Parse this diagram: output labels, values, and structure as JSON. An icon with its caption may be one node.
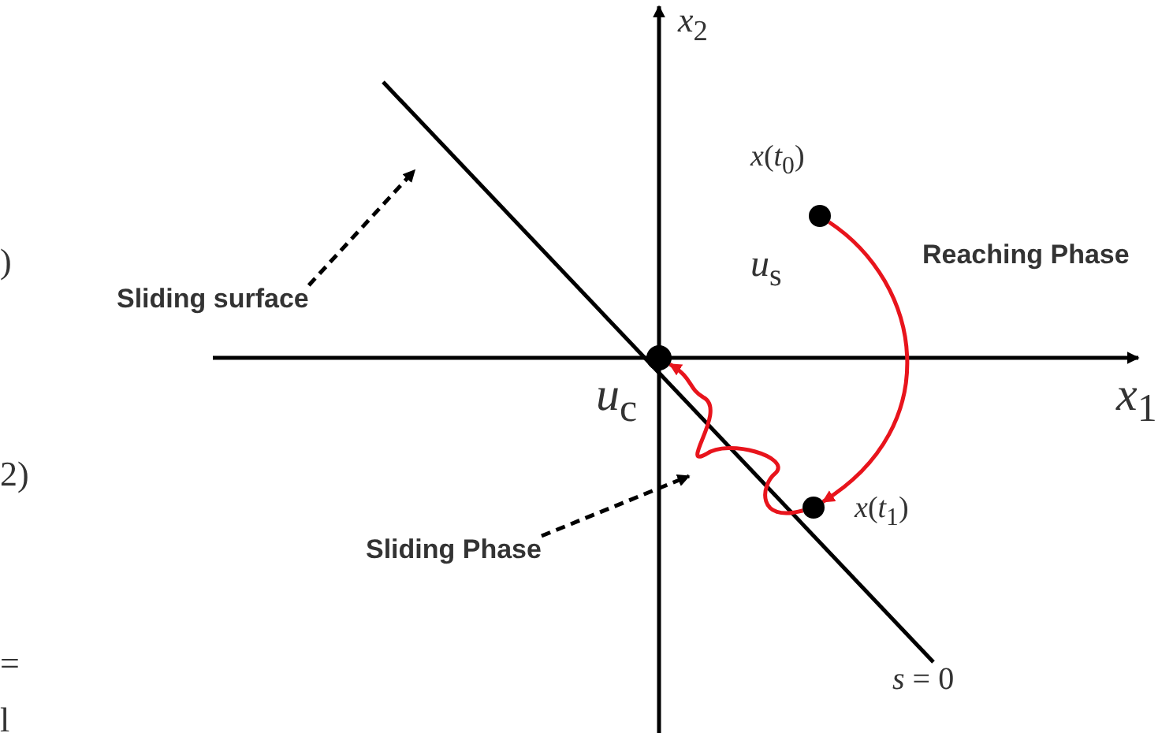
{
  "diagram": {
    "nodes": [
      {
        "text": [
          "*x*(*t*$_{0}$)"
        ],
        "beside": [
          "*u*$_{s}$"
        ]
      },
      {
        "text": [
          "*x*(*t*$_{1}$)"
        ]
      },
      {
        "text": [],
        "shape": "circle"
      },
      {
        "text": [
          "Sliding surface"
        ]
      },
      {
        "text": [
          "Sliding Phase"
        ]
      }
    ],
    "edges": [
      {
        "from": 0,
        "to": 1,
        "arrow": "to",
        "label": "Reaching Phase",
        "color": "#e8141c"
      },
      {
        "from": 1,
        "to": 2,
        "arrow": "to",
        "label": "*u*$_{c}$",
        "color": "#e8141c"
      },
      {
        "from": 3,
        "to": null,
        "arrow": "to",
        "style": "dashed",
        "color": "#000000"
      },
      {
        "from": 4,
        "to": null,
        "arrow": "to",
        "style": "dashed",
        "color": "#000000"
      }
    ],
    "labels": [
      "*x*$_{2}$",
      "*x*$_{1}$",
      "*s* = 0",
      ")",
      "2)",
      "=",
      "l"
    ]
  }
}
